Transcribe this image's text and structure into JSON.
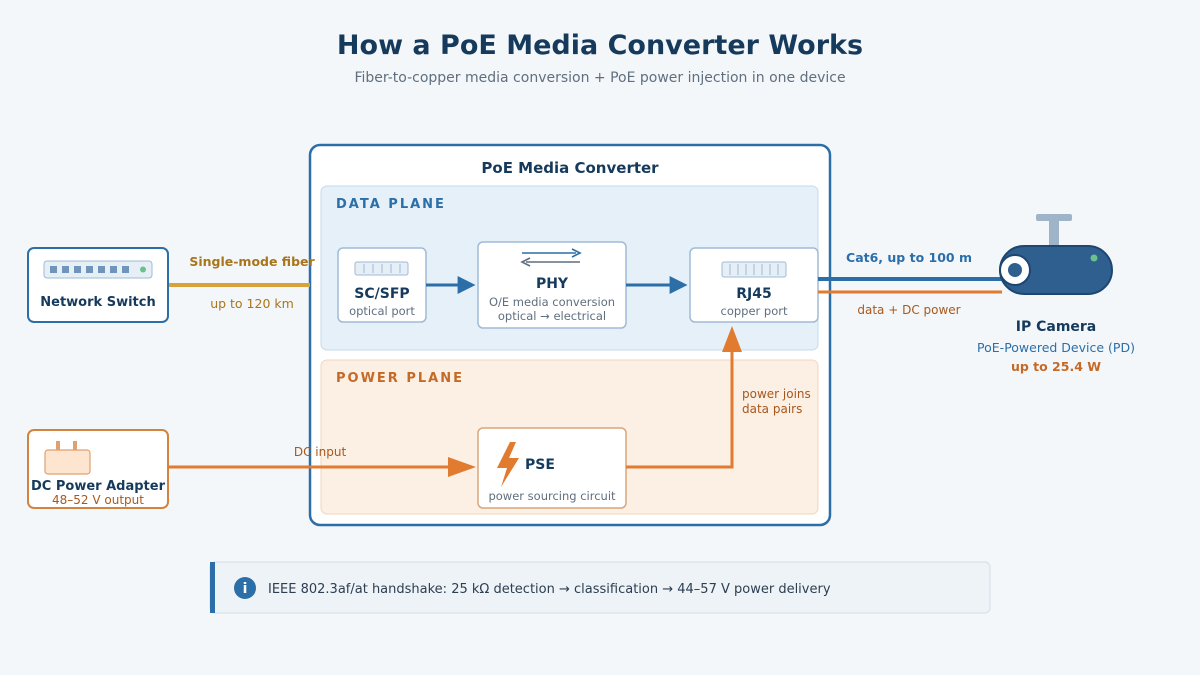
{
  "header": {
    "title": "How a PoE Media Converter Works",
    "subtitle": "Fiber-to-copper media conversion + PoE power injection in one device"
  },
  "converter": {
    "title": "PoE Media Converter",
    "data_plane_label": "DATA PLANE",
    "power_plane_label": "POWER PLANE",
    "sfp": {
      "name": "SC/SFP",
      "sub": "optical port"
    },
    "phy": {
      "name": "PHY",
      "sub1": "O/E media conversion",
      "sub2": "optical → electrical"
    },
    "rj45": {
      "name": "RJ45",
      "sub": "copper port"
    },
    "pse": {
      "name": "PSE",
      "sub": "power sourcing circuit"
    }
  },
  "switch": {
    "name": "Network Switch"
  },
  "adapter": {
    "name": "DC Power Adapter",
    "sub": "48–52 V output"
  },
  "camera": {
    "name": "IP Camera",
    "sub": "PoE-Powered Device (PD)",
    "power": "up to 25.4 W"
  },
  "links": {
    "fiber_label": "Single-mode fiber",
    "fiber_distance": "up to 120 km",
    "cat6_label": "Cat6, up to 100 m",
    "cat6_power_label": "data + DC power",
    "dc_input_label": "DC input",
    "power_join_1": "power joins",
    "power_join_2": "data pairs"
  },
  "note": {
    "icon": "info-icon",
    "text": "IEEE 802.3af/at handshake: 25 kΩ detection → classification → 44–57 V power delivery"
  },
  "colors": {
    "navy": "#163a5c",
    "blue": "#2b6ea8",
    "orange": "#e07b2f",
    "gold": "#d9a13a"
  }
}
